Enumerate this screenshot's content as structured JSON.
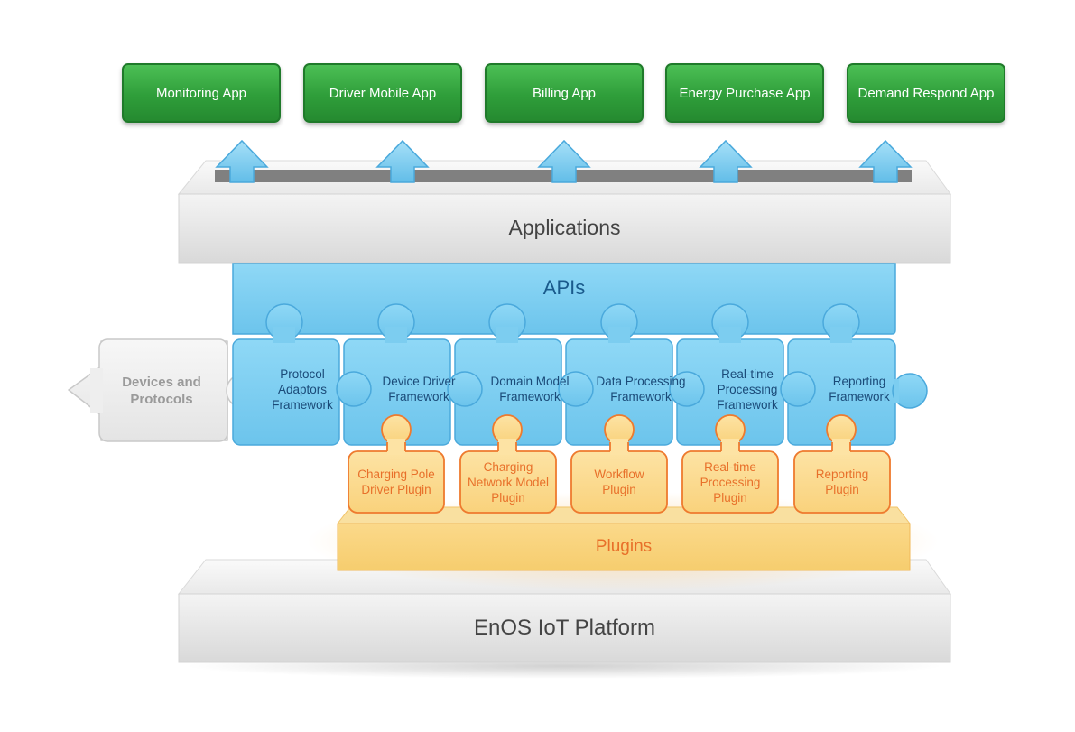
{
  "apps": [
    {
      "label": "Monitoring App"
    },
    {
      "label": "Driver Mobile App"
    },
    {
      "label": "Billing App"
    },
    {
      "label": "Energy Purchase App"
    },
    {
      "label": "Demand Respond App"
    }
  ],
  "layers": {
    "applications": "Applications",
    "apis": "APIs",
    "plugins": "Plugins",
    "platform": "EnOS IoT Platform"
  },
  "devices": {
    "label": "Devices and Protocols"
  },
  "frameworks": [
    {
      "label": "Protocol Adaptors Framework"
    },
    {
      "label": "Device Driver Framework"
    },
    {
      "label": "Domain Model Framework"
    },
    {
      "label": "Data Processing Framework"
    },
    {
      "label": "Real-time Processing Framework"
    },
    {
      "label": "Reporting Framework"
    }
  ],
  "plugin_items": [
    {
      "label": "Charging Pole Driver Plugin"
    },
    {
      "label": "Charging Network Model Plugin"
    },
    {
      "label": "Workflow Plugin"
    },
    {
      "label": "Real-time Processing Plugin"
    },
    {
      "label": "Reporting Plugin"
    }
  ],
  "colors": {
    "app_green": "#2f9e3a",
    "api_blue": "#7ccdf0",
    "plugin_orange": "#e8702a",
    "plugin_fill": "#fbd990",
    "layer_gray": "#e6e6e6"
  }
}
